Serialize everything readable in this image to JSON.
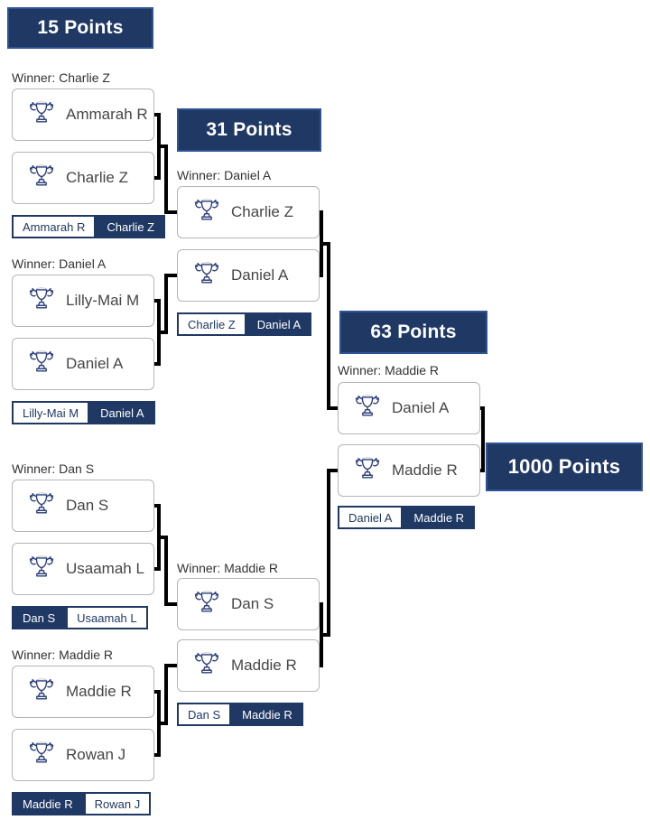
{
  "colors": {
    "navy": "#1f3864",
    "header_border": "#2f5496",
    "box_border": "#b5b5b5",
    "connector": "#000000",
    "trophy_outline": "#2b3e7a",
    "text_dark": "#464646"
  },
  "icons": {
    "player_icon": "trophy"
  },
  "bracket": {
    "rounds": [
      {
        "title": "15 Points",
        "matches": [
          {
            "winner_text": "Winner: Charlie Z",
            "players": [
              {
                "name": "Ammarah R",
                "is_winner": false
              },
              {
                "name": "Charlie Z",
                "is_winner": true
              }
            ]
          },
          {
            "winner_text": "Winner: Daniel A",
            "players": [
              {
                "name": "Lilly-Mai M",
                "is_winner": false
              },
              {
                "name": "Daniel A",
                "is_winner": true
              }
            ]
          },
          {
            "winner_text": "Winner: Dan S",
            "players": [
              {
                "name": "Dan S",
                "is_winner": true
              },
              {
                "name": "Usaamah L",
                "is_winner": false
              }
            ]
          },
          {
            "winner_text": "Winner: Maddie R",
            "players": [
              {
                "name": "Maddie R",
                "is_winner": true
              },
              {
                "name": "Rowan J",
                "is_winner": false
              }
            ]
          }
        ]
      },
      {
        "title": "31 Points",
        "matches": [
          {
            "winner_text": "Winner: Daniel A",
            "players": [
              {
                "name": "Charlie Z",
                "is_winner": false
              },
              {
                "name": "Daniel A",
                "is_winner": true
              }
            ]
          },
          {
            "winner_text": "Winner: Maddie R",
            "players": [
              {
                "name": "Dan S",
                "is_winner": false
              },
              {
                "name": "Maddie R",
                "is_winner": true
              }
            ]
          }
        ]
      },
      {
        "title": "63 Points",
        "matches": [
          {
            "winner_text": "Winner: Maddie R",
            "players": [
              {
                "name": "Daniel A",
                "is_winner": false
              },
              {
                "name": "Maddie R",
                "is_winner": true
              }
            ]
          }
        ]
      },
      {
        "title": "1000 Points",
        "matches": []
      }
    ]
  }
}
